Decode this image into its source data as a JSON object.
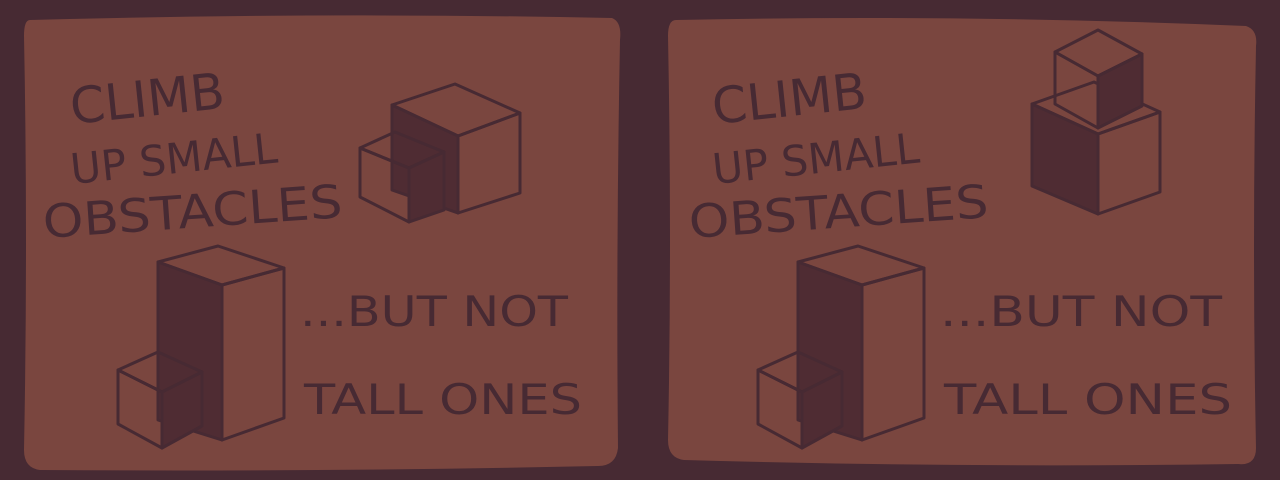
{
  "colors": {
    "background": "#472a33",
    "panel": "#7a463f",
    "ink": "#472a33",
    "shade": "#4f2c33"
  },
  "panels": [
    {
      "heading_lines": [
        "CLIMB",
        "UP SMALL",
        "OBSTACLES"
      ],
      "caption_top": "...BUT NOT",
      "caption_bottom": "TALL ONES"
    },
    {
      "heading_lines": [
        "CLIMB",
        "UP SMALL",
        "OBSTACLES"
      ],
      "caption_top": "...BUT NOT",
      "caption_bottom": "TALL ONES"
    }
  ]
}
